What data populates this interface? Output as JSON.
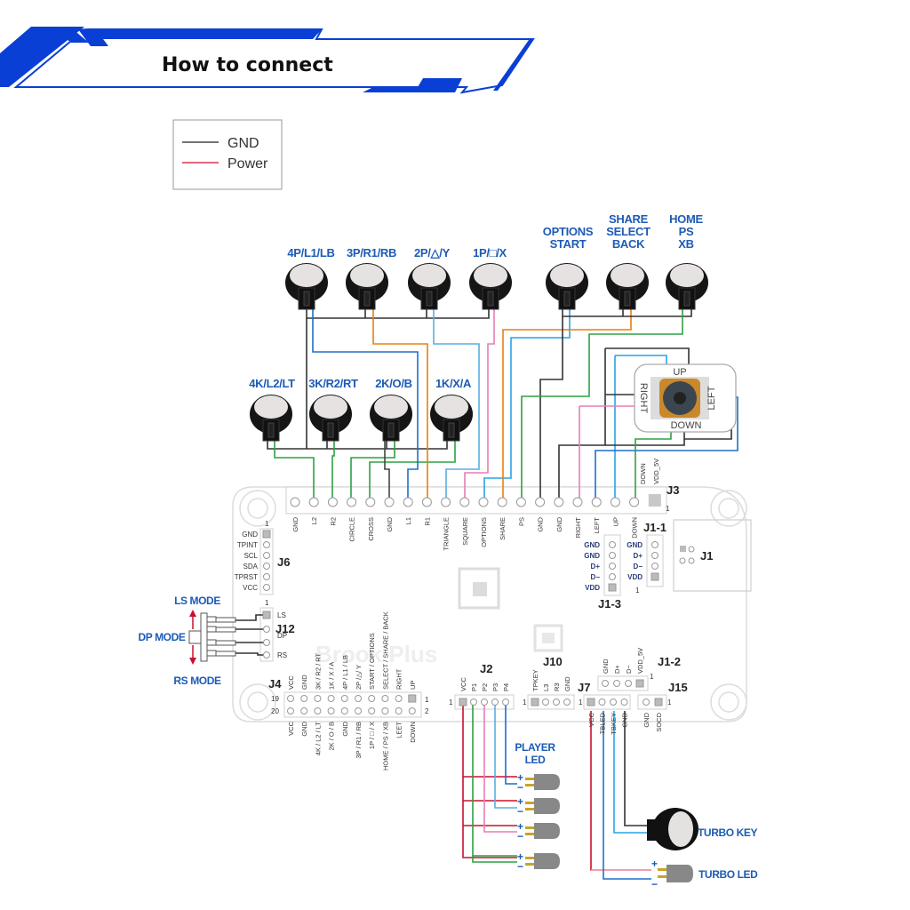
{
  "header": {
    "title": "How to connect",
    "accent_color": "#0a3fd6"
  },
  "legend": {
    "items": [
      {
        "label": "GND",
        "color": "#222222"
      },
      {
        "label": "Power",
        "color": "#c8102e"
      }
    ]
  },
  "buttons": {
    "top_row": [
      "4P/L1/LB",
      "3P/R1/RB",
      "2P/△/Y",
      "1P/□/X"
    ],
    "bottom_row": [
      "4K/L2/LT",
      "3K/R2/RT",
      "2K/O/B",
      "1K/X/A"
    ],
    "system": [
      {
        "lines": [
          "OPTIONS",
          "START"
        ]
      },
      {
        "lines": [
          "SHARE",
          "SELECT",
          "BACK"
        ]
      },
      {
        "lines": [
          "HOME",
          "PS",
          "XB"
        ]
      }
    ]
  },
  "joystick": {
    "up": "UP",
    "down": "DOWN",
    "left": "LEFT",
    "right": "RIGHT"
  },
  "connectors": {
    "J3": {
      "name": "J3",
      "pin1": "1",
      "pins": [
        "GND",
        "L2",
        "R2",
        "CIRCLE",
        "CROSS",
        "GND",
        "L1",
        "R1",
        "TRIANGLE",
        "SQUARE",
        "OPTIONS",
        "SHARE",
        "PS",
        "GND",
        "GND",
        "RIGHT",
        "LEFT",
        "UP",
        "DOWN",
        "VDD_5V"
      ]
    },
    "J6": {
      "name": "J6",
      "pin1": "1",
      "pins": [
        "GND",
        "TPINT",
        "SCL",
        "SDA",
        "TPRST",
        "VCC"
      ]
    },
    "J12": {
      "name": "J12",
      "pin1": "1",
      "pins": [
        "LS",
        "DP",
        "RS"
      ]
    },
    "J1_1": {
      "name": "J1-1",
      "pin1": "1",
      "pins": [
        "GND",
        "D+",
        "D−",
        "VDD"
      ]
    },
    "J1_3": {
      "name": "J1-3",
      "pins": [
        "GND",
        "GND",
        "D+",
        "D−",
        "VDD"
      ]
    },
    "J1": {
      "name": "J1"
    },
    "J4": {
      "name": "J4",
      "row_a_index": "19",
      "row_b_index": "20",
      "pin1": "1",
      "pin2": "2",
      "top": [
        "VCC",
        "GND",
        "3K / R2 / RT",
        "1K / X / A",
        "4P / L1 / LB",
        "2P /△/ Y",
        "START / OPTIONS",
        "SELECT / SHARE / BACK",
        "RIGHT",
        "UP"
      ],
      "bottom": [
        "VCC",
        "GND",
        "4K / L2 / LT",
        "2K / O / B",
        "GND",
        "3P / R1 / RB",
        "1P / □ / X",
        "HOME / PS / XB",
        "LEET",
        "DOWN"
      ]
    },
    "J2": {
      "name": "J2",
      "pin1": "1",
      "pins": [
        "VCC",
        "P1",
        "P2",
        "P3",
        "P4"
      ]
    },
    "J10": {
      "name": "J10",
      "pin1": "1",
      "pins": [
        "TPKEY",
        "L3",
        "R3",
        "GND"
      ]
    },
    "J7": {
      "name": "J7",
      "pin1": "1",
      "pins": [
        "VCC",
        "TBLED",
        "TBKEY",
        "GND"
      ]
    },
    "J1_2": {
      "name": "J1-2",
      "pin1": "1",
      "pins": [
        "GND",
        "D+",
        "D−",
        "VDD_5V"
      ]
    },
    "J15": {
      "name": "J15",
      "pin1": "1",
      "pins": [
        "GND",
        "SOCD"
      ]
    }
  },
  "mode_switch": {
    "ls": "LS MODE",
    "dp": "DP MODE",
    "rs": "RS MODE"
  },
  "player_led": {
    "label_line1": "PLAYER",
    "label_line2": "LED",
    "plus": "+",
    "minus": "−"
  },
  "turbo": {
    "key": "TURBO KEY",
    "led": "TURBO LED",
    "plus": "+",
    "minus": "−"
  },
  "watermark": "Brook  Plus"
}
